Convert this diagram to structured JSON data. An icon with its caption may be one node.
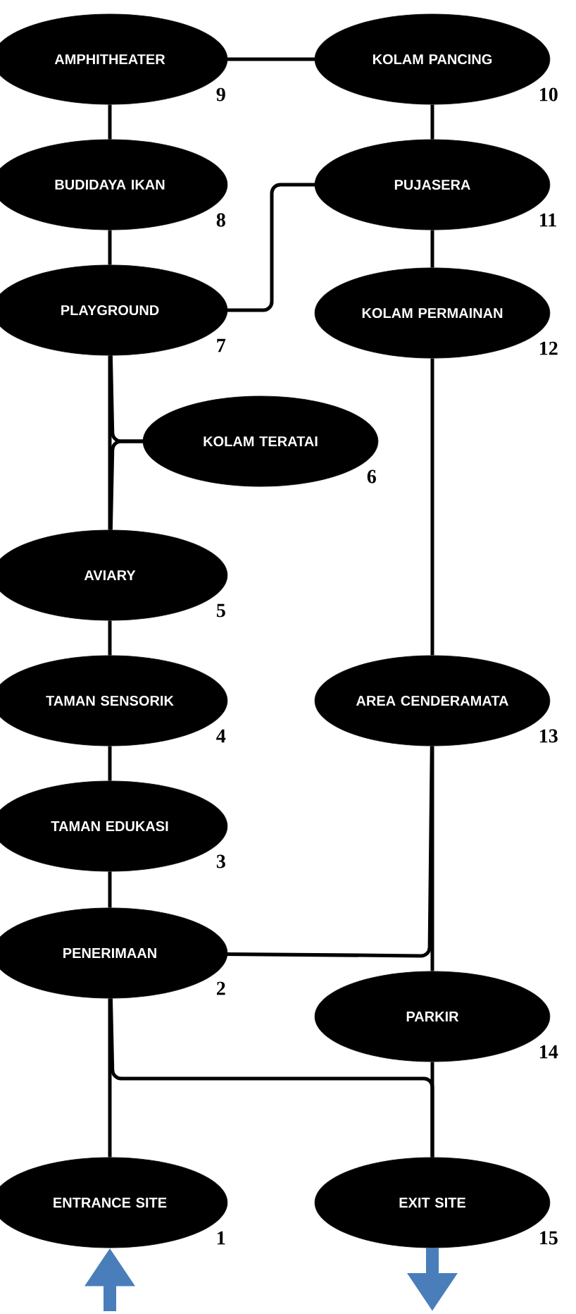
{
  "diagram": {
    "nodes": [
      {
        "text": [
          "AMPHITHEATER"
        ],
        "beside": [
          "9"
        ]
      },
      {
        "text": [
          "KOLAM PANCING"
        ],
        "beside": [
          "10"
        ]
      },
      {
        "text": [
          "BUDIDAYA IKAN"
        ],
        "beside": [
          "8"
        ]
      },
      {
        "text": [
          "PUJASERA"
        ],
        "beside": [
          "11"
        ]
      },
      {
        "text": [
          "PLAYGROUND"
        ],
        "beside": [
          "7"
        ]
      },
      {
        "text": [
          "KOLAM PERMAINAN"
        ],
        "beside": [
          "12"
        ]
      },
      {
        "text": [
          "KOLAM TERATAI"
        ],
        "beside": [
          "6"
        ]
      },
      {
        "text": [
          "AVIARY"
        ],
        "beside": [
          "5"
        ]
      },
      {
        "text": [
          "TAMAN SENSORIK"
        ],
        "beside": [
          "4"
        ]
      },
      {
        "text": [
          "AREA CENDERAMATA"
        ],
        "beside": [
          "13"
        ]
      },
      {
        "text": [
          "TAMAN EDUKASI"
        ],
        "beside": [
          "3"
        ]
      },
      {
        "text": [
          "PENERIMAAN"
        ],
        "beside": [
          "2"
        ]
      },
      {
        "text": [
          "PARKIR"
        ],
        "beside": [
          "14"
        ]
      },
      {
        "text": [
          "ENTRANCE SITE"
        ],
        "beside": [
          "1"
        ]
      },
      {
        "text": [
          "EXIT SITE"
        ],
        "beside": [
          "15"
        ]
      }
    ],
    "edges": [
      {
        "from": null,
        "to": 13,
        "arrow": "to",
        "style": "thick",
        "color": "#4a7ebb"
      },
      {
        "from": 13,
        "to": 11,
        "arrow": "none"
      },
      {
        "from": 11,
        "to": 10,
        "arrow": "none"
      },
      {
        "from": 10,
        "to": 8,
        "arrow": "none"
      },
      {
        "from": 8,
        "to": 7,
        "arrow": "none"
      },
      {
        "from": 7,
        "to": 4,
        "arrow": "none"
      },
      {
        "from": 7,
        "to": 6,
        "arrow": "none"
      },
      {
        "from": 6,
        "to": 4,
        "arrow": "none"
      },
      {
        "from": 4,
        "to": 2,
        "arrow": "none"
      },
      {
        "from": 2,
        "to": 0,
        "arrow": "none"
      },
      {
        "from": 0,
        "to": 1,
        "arrow": "none"
      },
      {
        "from": 4,
        "to": 3,
        "arrow": "none"
      },
      {
        "from": 1,
        "to": 3,
        "arrow": "none"
      },
      {
        "from": 3,
        "to": 5,
        "arrow": "none"
      },
      {
        "from": 5,
        "to": 9,
        "arrow": "none"
      },
      {
        "from": 11,
        "to": 9,
        "arrow": "none"
      },
      {
        "from": 9,
        "to": 12,
        "arrow": "none"
      },
      {
        "from": 12,
        "to": 14,
        "arrow": "none"
      },
      {
        "from": 11,
        "to": 14,
        "arrow": "none"
      },
      {
        "from": 14,
        "to": null,
        "arrow": "to",
        "style": "thick",
        "color": "#4a7ebb"
      }
    ]
  }
}
